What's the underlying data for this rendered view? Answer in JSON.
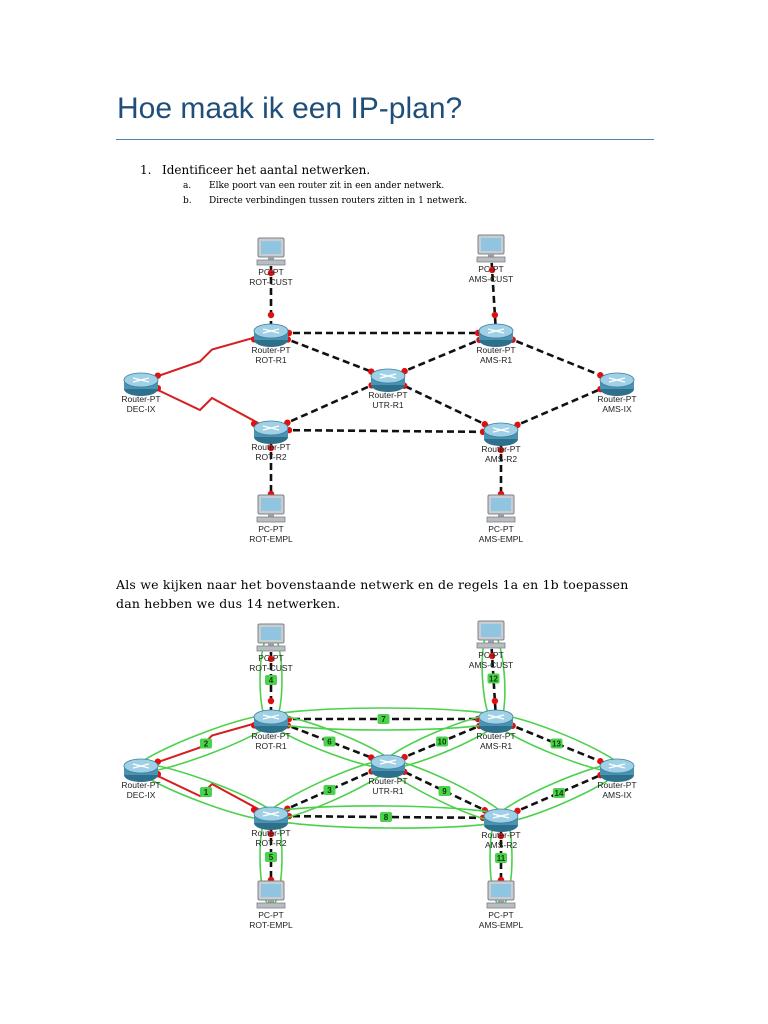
{
  "heading": "Hoe maak ik een IP-plan?",
  "steps": [
    {
      "number": "1.",
      "text": "Identificeer het aantal netwerken.",
      "subs": [
        {
          "letter": "a.",
          "text": "Elke poort van een router zit in een ander netwerk."
        },
        {
          "letter": "b.",
          "text": "Directe verbindingen tussen routers zitten in 1 netwerk."
        }
      ]
    }
  ],
  "conclusion": "Als we kijken naar het bovenstaande netwerk en de regels 1a en 1b toepassen dan hebben we dus 14 netwerken.",
  "colors": {
    "heading": "#1f4e79",
    "rule": "#4f81bd",
    "serial_link": "#d42020",
    "ethernet_link": "#111111",
    "port_dot": "#e01010",
    "network_outline": "#4cd14c",
    "number_badge": "#4cd14c"
  },
  "devices": [
    {
      "id": "pc-rot-cust",
      "type": "pc",
      "model": "PC-PT",
      "name": "ROT-CUST"
    },
    {
      "id": "pc-ams-cust",
      "type": "pc",
      "model": "PC-PT",
      "name": "AMS-CUST"
    },
    {
      "id": "r-rot-r1",
      "type": "router",
      "model": "Router-PT",
      "name": "ROT-R1"
    },
    {
      "id": "r-ams-r1",
      "type": "router",
      "model": "Router-PT",
      "name": "AMS-R1"
    },
    {
      "id": "r-dec-ix",
      "type": "router",
      "model": "Router-PT",
      "name": "DEC-IX"
    },
    {
      "id": "r-utr-r1",
      "type": "router",
      "model": "Router-PT",
      "name": "UTR-R1"
    },
    {
      "id": "r-ams-ix",
      "type": "router",
      "model": "Router-PT",
      "name": "AMS-IX"
    },
    {
      "id": "r-rot-r2",
      "type": "router",
      "model": "Router-PT",
      "name": "ROT-R2"
    },
    {
      "id": "r-ams-r2",
      "type": "router",
      "model": "Router-PT",
      "name": "AMS-R2"
    },
    {
      "id": "pc-rot-empl",
      "type": "pc",
      "model": "PC-PT",
      "name": "ROT-EMPL"
    },
    {
      "id": "pc-ams-empl",
      "type": "pc",
      "model": "PC-PT",
      "name": "AMS-EMPL"
    }
  ],
  "links": [
    {
      "from": "pc-rot-cust",
      "to": "r-rot-r1",
      "kind": "ethernet",
      "network": "4"
    },
    {
      "from": "pc-ams-cust",
      "to": "r-ams-r1",
      "kind": "ethernet",
      "network": "12"
    },
    {
      "from": "r-rot-r1",
      "to": "r-ams-r1",
      "kind": "ethernet",
      "network": "7"
    },
    {
      "from": "r-dec-ix",
      "to": "r-rot-r1",
      "kind": "serial",
      "network": "2"
    },
    {
      "from": "r-dec-ix",
      "to": "r-rot-r2",
      "kind": "serial",
      "network": "1"
    },
    {
      "from": "r-rot-r1",
      "to": "r-utr-r1",
      "kind": "ethernet",
      "network": "6"
    },
    {
      "from": "r-ams-r1",
      "to": "r-utr-r1",
      "kind": "ethernet",
      "network": "10"
    },
    {
      "from": "r-ams-r1",
      "to": "r-ams-ix",
      "kind": "ethernet",
      "network": "13"
    },
    {
      "from": "r-rot-r2",
      "to": "r-utr-r1",
      "kind": "ethernet",
      "network": "3"
    },
    {
      "from": "r-ams-r2",
      "to": "r-utr-r1",
      "kind": "ethernet",
      "network": "9"
    },
    {
      "from": "r-ams-r2",
      "to": "r-ams-ix",
      "kind": "ethernet",
      "network": "14"
    },
    {
      "from": "r-rot-r2",
      "to": "r-ams-r2",
      "kind": "ethernet",
      "network": "8"
    },
    {
      "from": "r-rot-r2",
      "to": "pc-rot-empl",
      "kind": "ethernet",
      "network": "5"
    },
    {
      "from": "r-ams-r2",
      "to": "pc-ams-empl",
      "kind": "ethernet",
      "network": "11"
    }
  ]
}
